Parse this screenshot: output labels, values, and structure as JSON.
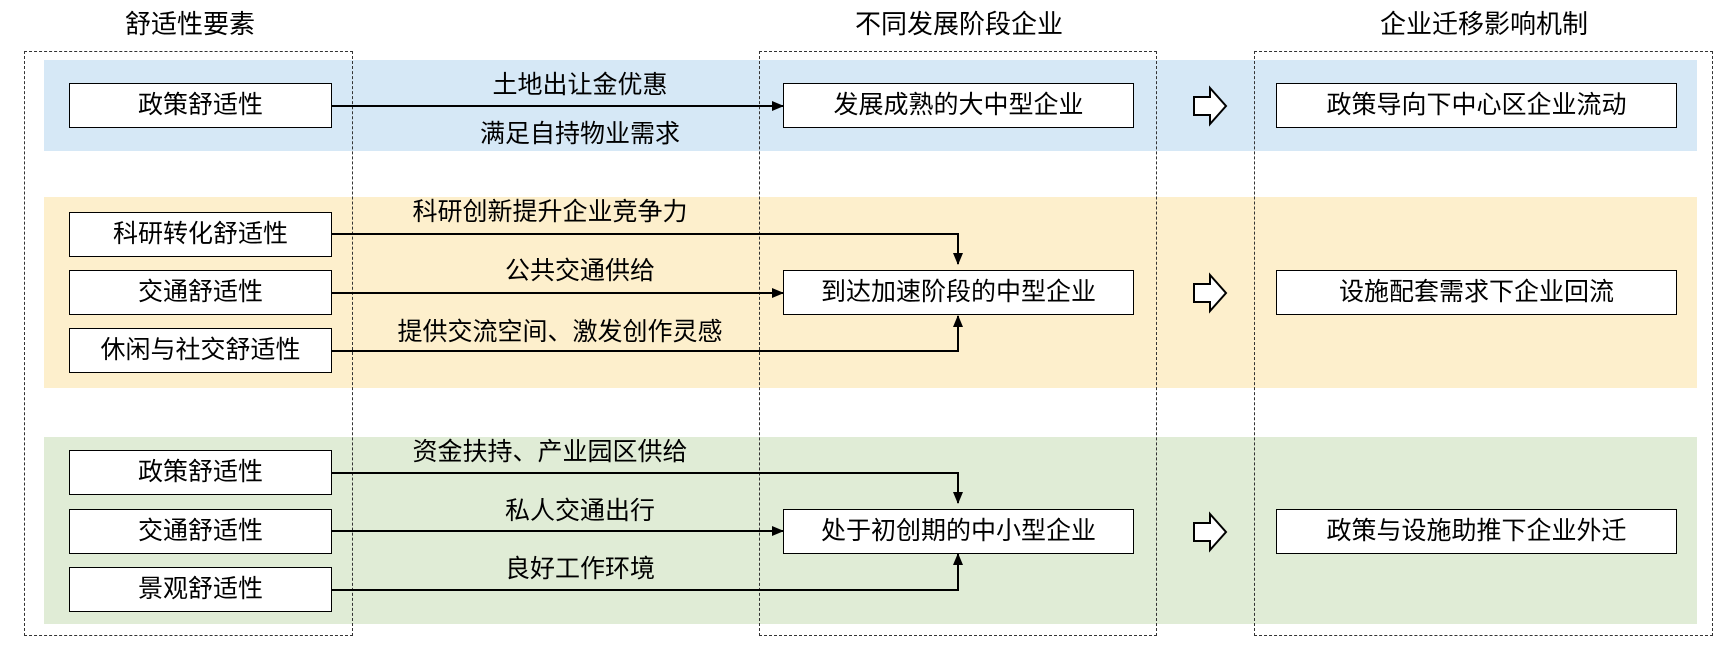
{
  "headers": {
    "amenity_factors": "舒适性要素",
    "enterprise_stages": "不同发展阶段企业",
    "migration_mechanisms": "企业迁移影响机制"
  },
  "rows": [
    {
      "amenities": [
        "政策舒适性"
      ],
      "labels": [
        "土地出让金优惠",
        "满足自持物业需求"
      ],
      "stage": "发展成熟的大中型企业",
      "mechanism": "政策导向下中心区企业流动"
    },
    {
      "amenities": [
        "科研转化舒适性",
        "交通舒适性",
        "休闲与社交舒适性"
      ],
      "labels": [
        "科研创新提升企业竞争力",
        "公共交通供给",
        "提供交流空间、激发创作灵感"
      ],
      "stage": "到达加速阶段的中型企业",
      "mechanism": "设施配套需求下企业回流"
    },
    {
      "amenities": [
        "政策舒适性",
        "交通舒适性",
        "景观舒适性"
      ],
      "labels": [
        "资金扶持、产业园区供给",
        "私人交通出行",
        "良好工作环境"
      ],
      "stage": "处于初创期的中小型企业",
      "mechanism": "政策与设施助推下企业外迁"
    }
  ],
  "colors": {
    "band_blue": "#d6e8f6",
    "band_yellow": "#fdefcc",
    "band_green": "#e0ecd6",
    "line": "#000000"
  },
  "icons": {
    "flow_arrow": "hollow-right-arrow-icon"
  }
}
